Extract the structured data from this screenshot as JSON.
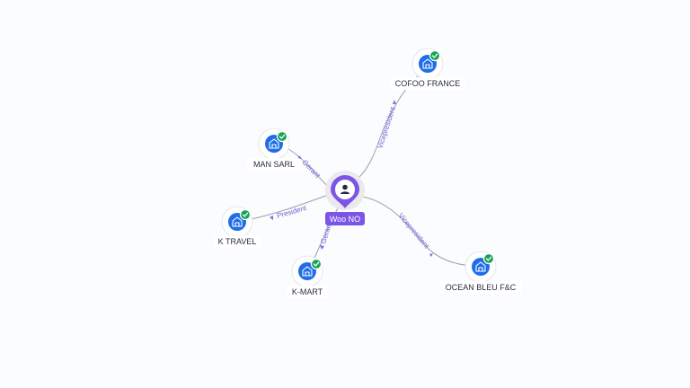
{
  "person": {
    "name": "Woo NO",
    "icon": "person-icon"
  },
  "companies": [
    {
      "id": "cofoo",
      "name": "COFOO FRANCE",
      "icon": "building-icon",
      "verified": true
    },
    {
      "id": "man",
      "name": "MAN SARL",
      "icon": "building-icon",
      "verified": true
    },
    {
      "id": "ktravel",
      "name": "K TRAVEL",
      "icon": "building-icon",
      "verified": true
    },
    {
      "id": "kmart",
      "name": "K-MART",
      "icon": "building-icon",
      "verified": true
    },
    {
      "id": "ocean",
      "name": "OCEAN BLEU F&C",
      "icon": "building-icon",
      "verified": true
    }
  ],
  "edges": [
    {
      "target": "cofoo",
      "label": "Vicepresident"
    },
    {
      "target": "man",
      "label": "Gerant"
    },
    {
      "target": "ktravel",
      "label": "President"
    },
    {
      "target": "kmart",
      "label": "Gerant"
    },
    {
      "target": "ocean",
      "label": "Vicepresident"
    }
  ],
  "colors": {
    "person_accent": "#7b55e6",
    "company_icon": "#1f6ee8",
    "verified_badge": "#17a35a",
    "edge_label": "#6b5fd6"
  }
}
